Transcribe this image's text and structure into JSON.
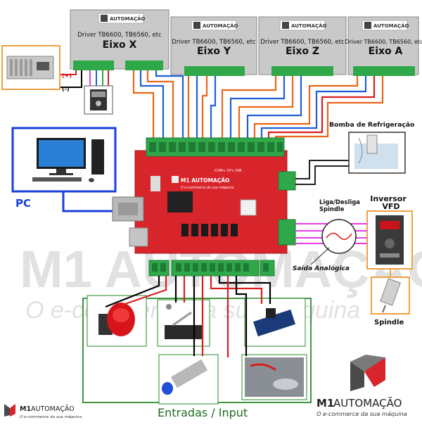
{
  "brand": {
    "logo_text_bold": "M1",
    "logo_text_light": "AUTOMAÇÃO",
    "tagline": "O e-commerce da sua máquina",
    "watermark_main": "M1 AUTOMAÇÃO",
    "watermark_tagline": "O e-commerce da sua máquina"
  },
  "drivers": [
    {
      "subtitle": "Driver TB6600, TB6560, etc",
      "axis": "Eixo X"
    },
    {
      "subtitle": "Driver TB6600, TB6560, etc",
      "axis": "Eixo Y"
    },
    {
      "subtitle": "Driver TB6600, TB6560, etc",
      "axis": "Eixo Z"
    },
    {
      "subtitle": "Driver TB6600, TB6560, etc",
      "axis": "Eixo A"
    }
  ],
  "power_supply": {
    "plus": "(+)",
    "minus": "(-)"
  },
  "labels": {
    "pc": "PC",
    "pump": "Bomba de Refrigeração",
    "spindle_switch_line1": "Liga/Desliga",
    "spindle_switch_line2": "Spindle",
    "inverter_line1": "Inversor",
    "inverter_line2": "VFD",
    "analog_out": "Saída Analógica",
    "spindle": "Spindle",
    "inputs": "Entradas / Input"
  },
  "board": {
    "brand": "M1 AUTOMAÇÃO",
    "tagline": "O e-commerce da sua máquina",
    "conn_label": "COM+ CP+ DIR"
  },
  "colors": {
    "orange_wire": "#e8661a",
    "blue_wire": "#1f5fd6",
    "red_wire": "#d81e1e",
    "magenta_wire": "#e83ce6",
    "board_red": "#d8242b",
    "terminal_green": "#2fa84a",
    "box_green": "#2a8a2a",
    "box_orange": "#f0a040",
    "pc_blue": "#1a3fd8"
  }
}
